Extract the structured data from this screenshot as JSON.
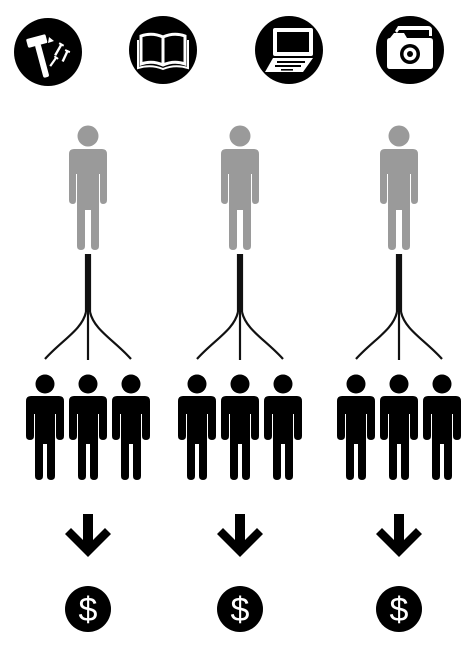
{
  "colors": {
    "background": "#ffffff",
    "icon_circle": "#000000",
    "icon_glyph": "#ffffff",
    "mentor": "#9a9a9a",
    "group": "#000000",
    "branch_line": "#111111"
  },
  "icons": [
    "hammer-nails-icon",
    "open-book-icon",
    "laptop-icon",
    "camera-icon"
  ],
  "columns": [
    {
      "mentor": "person-icon",
      "learners": 3,
      "result_symbol": "$"
    },
    {
      "mentor": "person-icon",
      "learners": 3,
      "result_symbol": "$"
    },
    {
      "mentor": "person-icon",
      "learners": 3,
      "result_symbol": "$"
    }
  ],
  "result": {
    "symbol": "$"
  }
}
